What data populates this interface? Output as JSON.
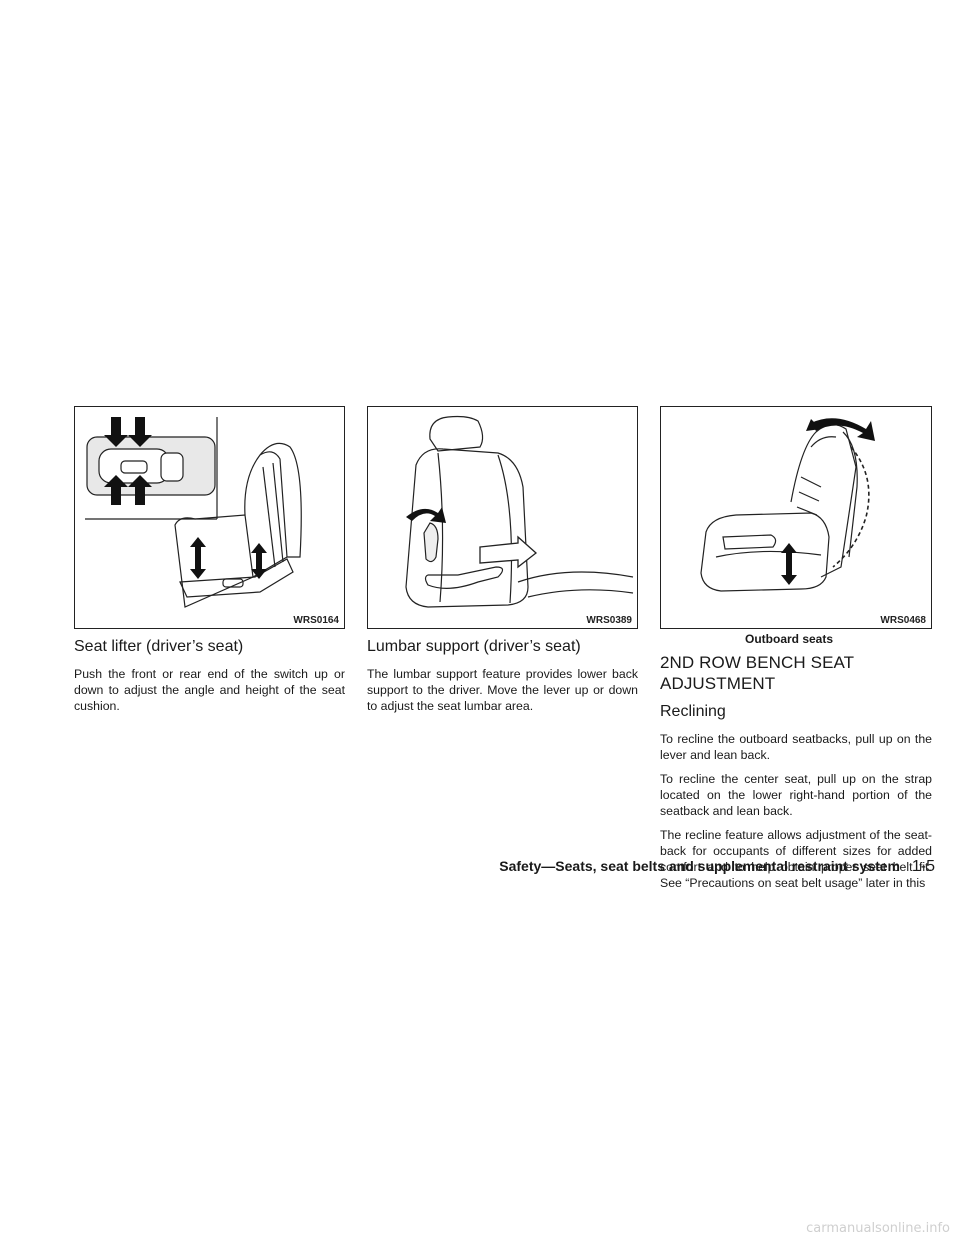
{
  "figures": [
    {
      "code": "WRS0164"
    },
    {
      "code": "WRS0389"
    },
    {
      "code": "WRS0468",
      "caption": "Outboard seats"
    }
  ],
  "col1": {
    "heading": "Seat lifter (driver’s seat)",
    "body": "Push the front or rear end of the switch up or down to adjust the angle and height of the seat cushion."
  },
  "col2": {
    "heading": "Lumbar support (driver’s seat)",
    "body": "The lumbar support feature provides lower back support to the driver. Move the lever up or down to adjust the seat lumbar area."
  },
  "col3": {
    "section_title": "2ND ROW BENCH SEAT ADJUSTMENT",
    "heading": "Reclining",
    "paragraphs": [
      "To recline the outboard seatbacks, pull up on the lever and lean back.",
      "To recline the center seat, pull up on the strap located on the lower right-hand portion of the seatback and lean back.",
      "The recline feature allows adjustment of the seat-back for occupants of different sizes for added comfort and to help obtain proper seat belt fit. See “Precautions on seat belt usage” later in this"
    ]
  },
  "footer": {
    "section": "Safety—Seats, seat belts and supplemental restraint system",
    "page": "1-5"
  },
  "watermark": "carmanualsonline.info"
}
